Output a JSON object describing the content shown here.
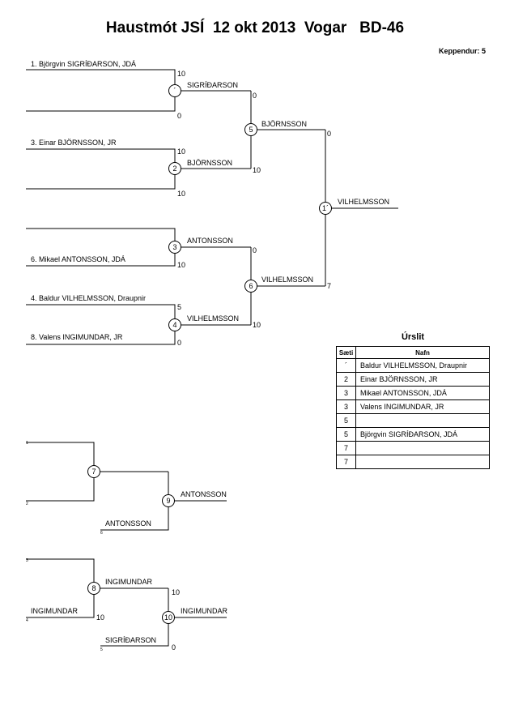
{
  "header": {
    "title": "Haustmót JSÍ  12 okt 2013  Vogar   BD-46",
    "players_count": "Keppendur: 5"
  },
  "results": {
    "title": "Úrslit",
    "col_place": "Sæti",
    "col_name": "Nafn",
    "rows": [
      {
        "place": "´",
        "name": "Baldur VILHELMSSON, Draupnir"
      },
      {
        "place": "2",
        "name": "Einar BJÖRNSSON, JR"
      },
      {
        "place": "3",
        "name": "Mikael ANTONSSON, JDÁ"
      },
      {
        "place": "3",
        "name": "Valens INGIMUNDAR, JR"
      },
      {
        "place": "5",
        "name": ""
      },
      {
        "place": "5",
        "name": "Björgvin SIGRÍÐARSON, JDÁ"
      },
      {
        "place": "7",
        "name": ""
      },
      {
        "place": "7",
        "name": ""
      }
    ]
  },
  "bracket": {
    "entrants": [
      {
        "text": "1. Björgvin SIGRÍÐARSON, JDÁ"
      },
      {
        "text": "3. Einar BJÖRNSSON, JR"
      },
      {
        "text": "6. Mikael ANTONSSON, JDÁ"
      },
      {
        "text": "4. Baldur VILHELMSSON, Draupnir"
      },
      {
        "text": "8. Valens INGIMUNDAR, JR"
      }
    ],
    "matches": [
      {
        "num": "´"
      },
      {
        "num": "2"
      },
      {
        "num": "3"
      },
      {
        "num": "4"
      },
      {
        "num": "5"
      },
      {
        "num": "6"
      },
      {
        "num": "1´"
      },
      {
        "num": "7"
      },
      {
        "num": "9"
      },
      {
        "num": "8"
      },
      {
        "num": "10"
      }
    ],
    "winners": [
      {
        "text": "SIGRÍÐARSON"
      },
      {
        "text": "BJÖRNSSON"
      },
      {
        "text": "ANTONSSON"
      },
      {
        "text": "VILHELMSSON"
      },
      {
        "text": "BJÖRNSSON"
      },
      {
        "text": "VILHELMSSON"
      },
      {
        "text": "VILHELMSSON"
      },
      {
        "text": "ANTONSSON"
      },
      {
        "text": "ANTONSSON"
      },
      {
        "text": "INGIMUNDAR"
      },
      {
        "text": "INGIMUNDAR"
      },
      {
        "text": "INGIMUNDAR"
      },
      {
        "text": "SIGRÍÐARSON"
      }
    ],
    "scores": [
      {
        "v": "10"
      },
      {
        "v": "0"
      },
      {
        "v": "10"
      },
      {
        "v": "10"
      },
      {
        "v": "0"
      },
      {
        "v": "10"
      },
      {
        "v": "0"
      },
      {
        "v": "10"
      },
      {
        "v": "5"
      },
      {
        "v": "0"
      },
      {
        "v": "10"
      },
      {
        "v": "0"
      },
      {
        "v": "7"
      },
      {
        "v": "10"
      },
      {
        "v": "10"
      },
      {
        "v": "0"
      }
    ],
    "slots": [
      {
        "v": "1"
      },
      {
        "v": "2"
      },
      {
        "v": "6"
      },
      {
        "v": "3"
      },
      {
        "v": "4"
      },
      {
        "v": "5"
      }
    ]
  }
}
